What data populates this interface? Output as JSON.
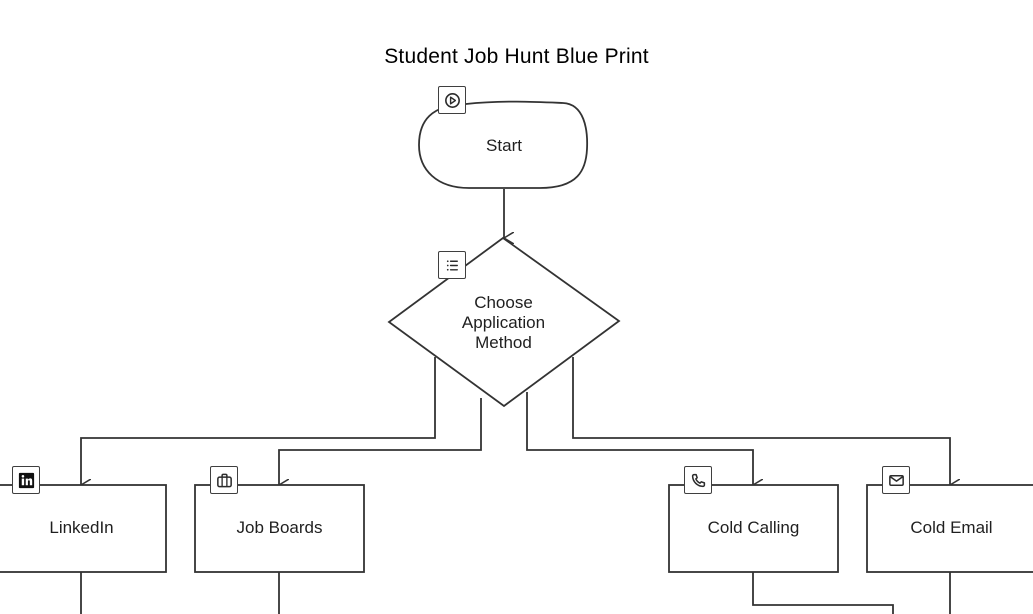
{
  "title": "Student Job Hunt Blue Print",
  "nodes": {
    "start": "Start",
    "choose": "Choose\nApplication\nMethod",
    "linkedin": "LinkedIn",
    "job_boards": "Job Boards",
    "cold_calling": "Cold Calling",
    "cold_email": "Cold Email"
  },
  "icons": {
    "start": "play-icon",
    "choose": "list-icon",
    "linkedin": "linkedin-icon",
    "job_boards": "briefcase-icon",
    "cold_calling": "phone-icon",
    "cold_email": "envelope-icon"
  }
}
